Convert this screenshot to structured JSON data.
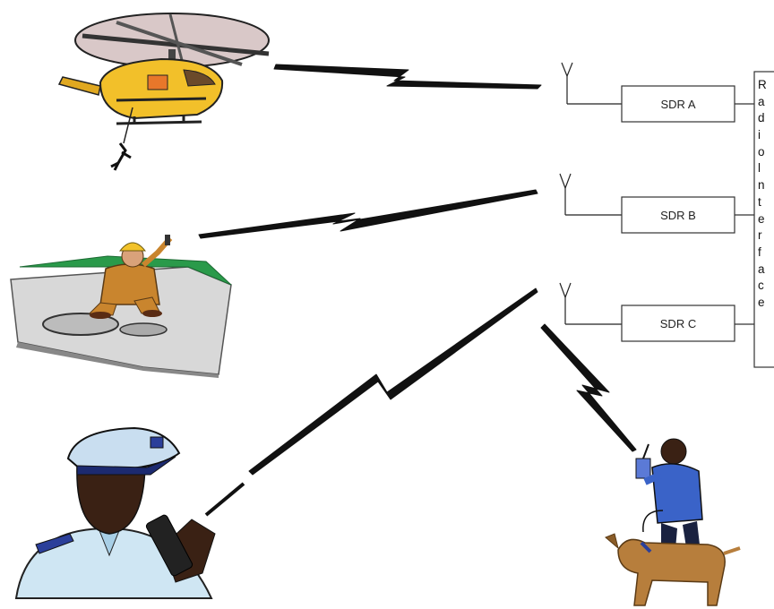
{
  "radios": [
    {
      "label": "SDR A"
    },
    {
      "label": "SDR B"
    },
    {
      "label": "SDR C"
    }
  ],
  "side_panel": {
    "visible_letters": [
      "R",
      "a",
      "d",
      "i",
      "o",
      "l",
      "n",
      "t",
      "e",
      "r",
      "f",
      "a",
      "c",
      "e"
    ]
  },
  "units": [
    {
      "name": "helicopter-rescue-unit",
      "icon": "helicopter-icon"
    },
    {
      "name": "utility-worker-unit",
      "icon": "worker-icon"
    },
    {
      "name": "police-officer-unit",
      "icon": "police-officer-icon"
    },
    {
      "name": "k9-officer-unit",
      "icon": "k9-officer-icon"
    }
  ],
  "colors": {
    "link": "#111111",
    "helicopter_body": "#f2c02a",
    "uniform_blue": "#3a63c8",
    "worker_orange": "#c9852e"
  }
}
